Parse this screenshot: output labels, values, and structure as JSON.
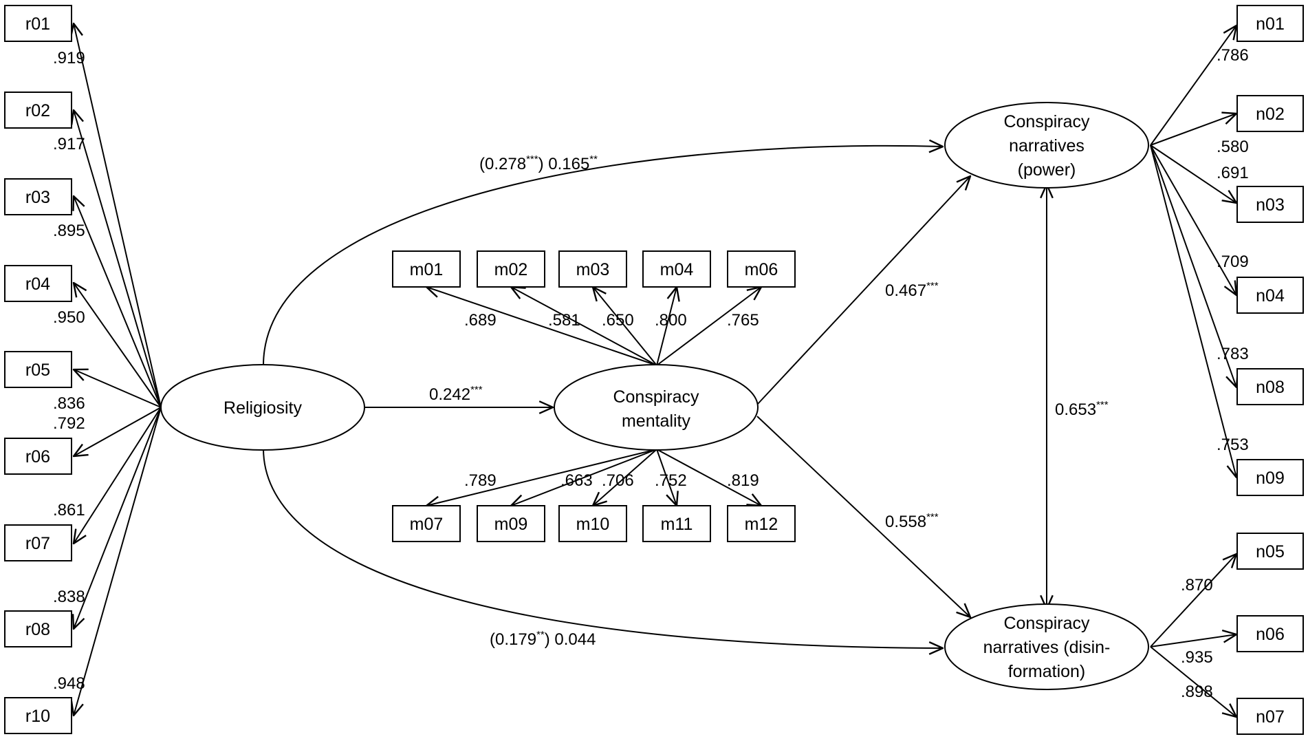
{
  "latent": {
    "religiosity": "Religiosity",
    "mentality": [
      "Conspiracy",
      "mentality"
    ],
    "power": [
      "Conspiracy",
      "narratives",
      "(power)"
    ],
    "disinfo": [
      "Conspiracy",
      "narratives (disin-",
      "formation)"
    ]
  },
  "indicators": {
    "religiosity": [
      {
        "label": "r01",
        "loading": ".919"
      },
      {
        "label": "r02",
        "loading": ".917"
      },
      {
        "label": "r03",
        "loading": ".895"
      },
      {
        "label": "r04",
        "loading": ".950"
      },
      {
        "label": "r05",
        "loading": ".836"
      },
      {
        "label": "r06",
        "loading": ".792"
      },
      {
        "label": "r07",
        "loading": ".861"
      },
      {
        "label": "r08",
        "loading": ".838"
      },
      {
        "label": "r10",
        "loading": ".948"
      }
    ],
    "mentality_top": [
      {
        "label": "m01",
        "loading": ".689"
      },
      {
        "label": "m02",
        "loading": ".581"
      },
      {
        "label": "m03",
        "loading": ".650"
      },
      {
        "label": "m04",
        "loading": ".800"
      },
      {
        "label": "m06",
        "loading": ".765"
      }
    ],
    "mentality_bottom": [
      {
        "label": "m07",
        "loading": ".789"
      },
      {
        "label": "m09",
        "loading": ".663"
      },
      {
        "label": "m10",
        "loading": ".706"
      },
      {
        "label": "m11",
        "loading": ".752"
      },
      {
        "label": "m12",
        "loading": ".819"
      }
    ],
    "power": [
      {
        "label": "n01",
        "loading": ".786"
      },
      {
        "label": "n02",
        "loading": ".580"
      },
      {
        "label": "n03",
        "loading": ".691"
      },
      {
        "label": "n04",
        "loading": ".709"
      },
      {
        "label": "n08",
        "loading": ".783"
      },
      {
        "label": "n09",
        "loading": ".753"
      }
    ],
    "disinfo": [
      {
        "label": "n05",
        "loading": ".870"
      },
      {
        "label": "n06",
        "loading": ".935"
      },
      {
        "label": "n07",
        "loading": ".898"
      }
    ]
  },
  "paths": {
    "rel_power": {
      "a": "(0.278",
      "a_sup": "***",
      "b": ") 0.165",
      "b_sup": "**"
    },
    "rel_disinfo": {
      "a": "(0.179",
      "a_sup": "**",
      "b": ") 0.044"
    },
    "rel_mentality": {
      "a": "0.242",
      "a_sup": "***"
    },
    "mentality_power": {
      "a": "0.467",
      "a_sup": "***"
    },
    "mentality_disinfo": {
      "a": "0.558",
      "a_sup": "***"
    },
    "power_disinfo": {
      "a": "0.653",
      "a_sup": "***"
    }
  }
}
